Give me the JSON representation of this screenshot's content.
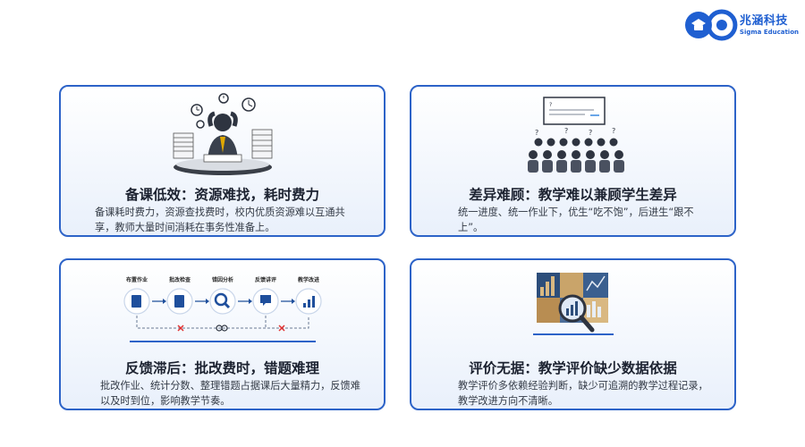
{
  "brand": {
    "name_cn": "兆涵科技",
    "name_en": "Sigma Education",
    "color": "#1f5fd1"
  },
  "accent_color": "#2d63c8",
  "cards": [
    {
      "title": "备课低效：资源难找，耗时费力",
      "desc": "备课耗时费力，资源查找费时，校内优质资源难以互通共享，教师大量时间消耗在事务性准备上。",
      "illustration": "stressed-teacher-icon"
    },
    {
      "title": "差异难顾：教学难以兼顾学生差异",
      "desc": "统一进度、统一作业下，优生“吃不饱”，后进生“跟不上”。",
      "illustration": "classroom-icon"
    },
    {
      "title": "反馈滞后：批改费时，错题难理",
      "desc": "批改作业、统计分数、整理错题占据课后大量精力，反馈难以及时到位，影响教学节奏。",
      "illustration": "feedback-flow-icon",
      "flow_steps": [
        "布置作业",
        "批改检查",
        "错因分析",
        "反馈讲评",
        "教学改进"
      ]
    },
    {
      "title": "评价无据：教学评价缺少数据依据",
      "desc": "教学评价多依赖经验判断，缺少可追溯的教学过程记录，教学改进方向不清晰。",
      "illustration": "data-puzzle-icon"
    }
  ]
}
